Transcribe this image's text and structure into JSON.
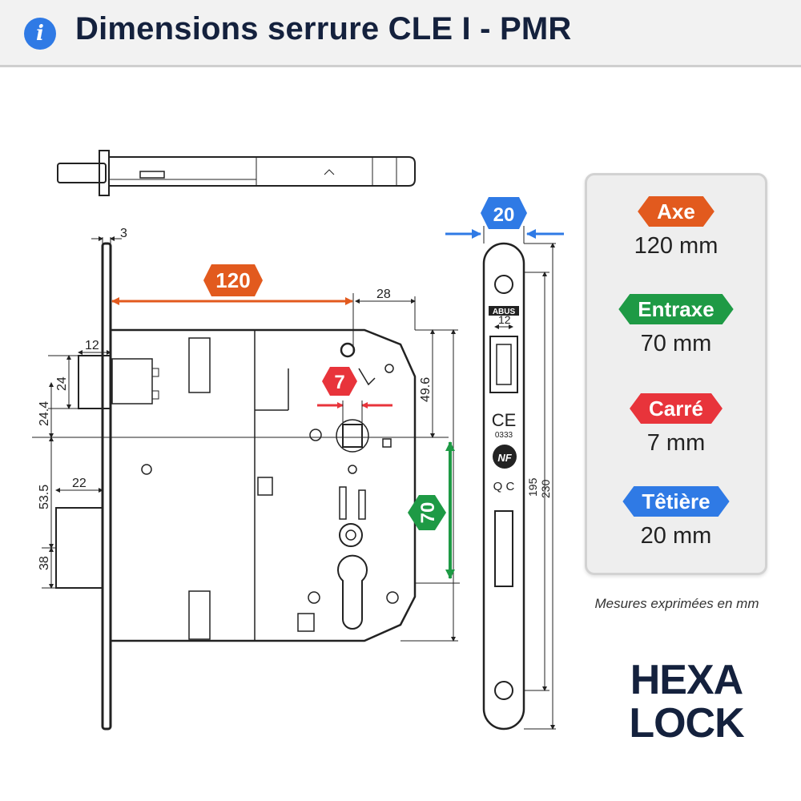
{
  "header": {
    "title": "Dimensions serrure CLE I - PMR"
  },
  "drawing": {
    "callouts": {
      "axe": "120",
      "carre": "7",
      "entraxe": "70",
      "tetiere": "20"
    },
    "dims": {
      "thickness": "3",
      "d28": "28",
      "d12": "12",
      "d24": "24",
      "d24_4": "24.4",
      "d49_6": "49.6",
      "d53_5": "53.5",
      "d22": "22",
      "d38": "38",
      "d195": "195",
      "d230": "230",
      "faceplate_12": "12"
    },
    "faceplate_marks": {
      "brand": "ABUS",
      "ce": "CE",
      "ce_code": "0333",
      "nf": "NF",
      "qc": "Q C"
    }
  },
  "specs": [
    {
      "label": "Axe",
      "value": "120 mm",
      "color": "#e25a1e"
    },
    {
      "label": "Entraxe",
      "value": "70 mm",
      "color": "#1e9a45"
    },
    {
      "label": "Carré",
      "value": "7 mm",
      "color": "#e8343b"
    },
    {
      "label": "Têtière",
      "value": "20 mm",
      "color": "#2f7ae5"
    }
  ],
  "note": "Mesures exprimées en mm",
  "logo": {
    "line1": "HEXA",
    "line2": "LOCK"
  },
  "colors": {
    "orange": "#e25a1e",
    "green": "#1e9a45",
    "red": "#e8343b",
    "blue": "#2f7ae5",
    "navy": "#14213d"
  }
}
